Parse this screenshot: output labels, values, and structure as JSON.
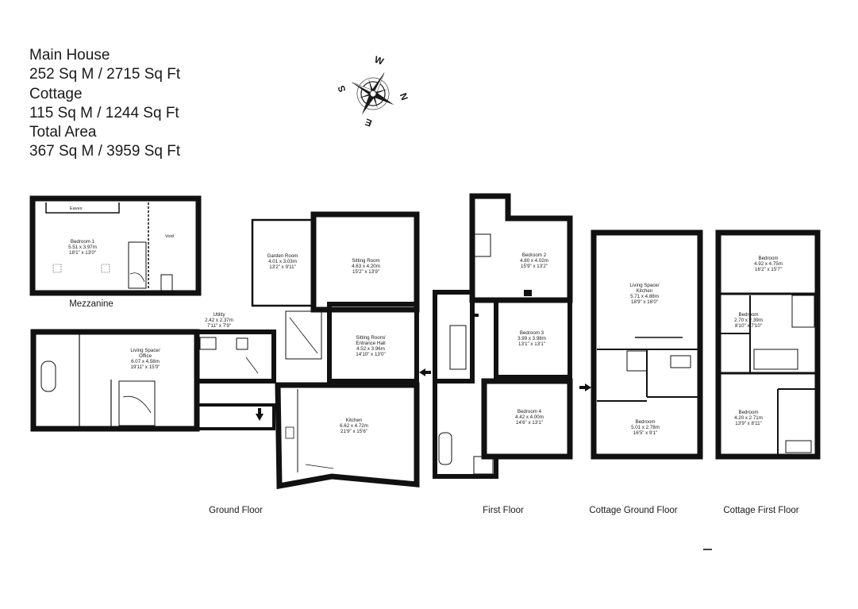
{
  "areas": {
    "main_house": {
      "title": "Main House",
      "value": "252 Sq M  /  2715 Sq Ft"
    },
    "cottage": {
      "title": "Cottage",
      "value": "115 Sq M  /  1244 Sq Ft"
    },
    "total": {
      "title": "Total Area",
      "value": "367 Sq M  /  3959 Sq Ft"
    }
  },
  "compass": {
    "n": "N",
    "e": "E",
    "s": "S",
    "w": "W"
  },
  "floors": {
    "mezzanine": "Mezzanine",
    "ground": "Ground Floor",
    "first": "First Floor",
    "cottage_ground": "Cottage Ground Floor",
    "cottage_first": "Cottage First Floor"
  },
  "labels": {
    "eaves": "Eaves",
    "void": "Void"
  },
  "rooms": {
    "bedroom1": {
      "name": "Bedroom 1",
      "metric": "5.51 x 3.97m",
      "imperial": "18'1\" x 13'0\""
    },
    "garden_room": {
      "name": "Garden Room",
      "metric": "4.01 x 3.03m",
      "imperial": "13'2\" x 9'11\""
    },
    "sitting_room": {
      "name": "Sitting Room",
      "metric": "4.63 x 4.20m",
      "imperial": "15'2\" x 13'9\""
    },
    "utility": {
      "name": "Utility",
      "metric": "2.42 x 2.37m",
      "imperial": "7'11\" x 7'9\""
    },
    "living_office": {
      "name1": "Living Space/",
      "name2": "Office",
      "metric": "6.07 x 4.58m",
      "imperial": "19'11\" x 15'0\""
    },
    "sitting_entrance": {
      "name1": "Sitting Room/",
      "name2": "Entrance Hall",
      "metric": "4.52 x 3.96m",
      "imperial": "14'10\" x 13'0\""
    },
    "kitchen": {
      "name": "Kitchen",
      "metric": "6.62 x 4.72m",
      "imperial": "21'9\" x 15'6\""
    },
    "bedroom2": {
      "name": "Bedroom 2",
      "metric": "4.80 x 4.02m",
      "imperial": "15'9\" x 13'2\""
    },
    "bedroom3": {
      "name": "Bedroom 3",
      "metric": "3.99 x 3.98m",
      "imperial": "13'1\" x 13'1\""
    },
    "bedroom4": {
      "name": "Bedroom 4",
      "metric": "4.42 x 4.00m",
      "imperial": "14'6\" x 13'1\""
    },
    "c_living_kitchen": {
      "name1": "Living Space/",
      "name2": "Kitchen",
      "metric": "5.71 x 4.88m",
      "imperial": "18'9\" x 16'0\""
    },
    "c_bedroom_ground": {
      "name": "Bedroom",
      "metric": "5.01 x 2.78m",
      "imperial": "16'5\" x 9'1\""
    },
    "c_bedroom_a": {
      "name": "Bedroom",
      "metric": "4.92 x 4.75m",
      "imperial": "16'2\" x 15'7\""
    },
    "c_bedroom_b": {
      "name": "Bedroom",
      "metric": "2.70 x 2.39m",
      "imperial": "8'10\" x 7'10\""
    },
    "c_bedroom_c": {
      "name": "Bedroom",
      "metric": "4.20 x 2.71m",
      "imperial": "13'9\" x 8'11\""
    }
  }
}
